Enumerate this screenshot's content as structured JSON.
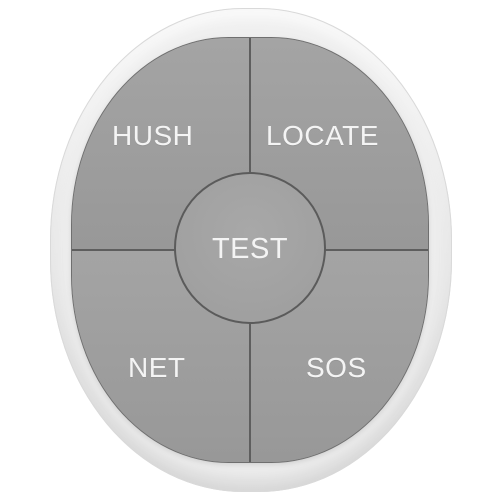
{
  "remote": {
    "buttons": {
      "hush": {
        "label": "HUSH"
      },
      "locate": {
        "label": "LOCATE"
      },
      "net": {
        "label": "NET"
      },
      "sos": {
        "label": "SOS"
      },
      "test": {
        "label": "TEST"
      }
    }
  }
}
